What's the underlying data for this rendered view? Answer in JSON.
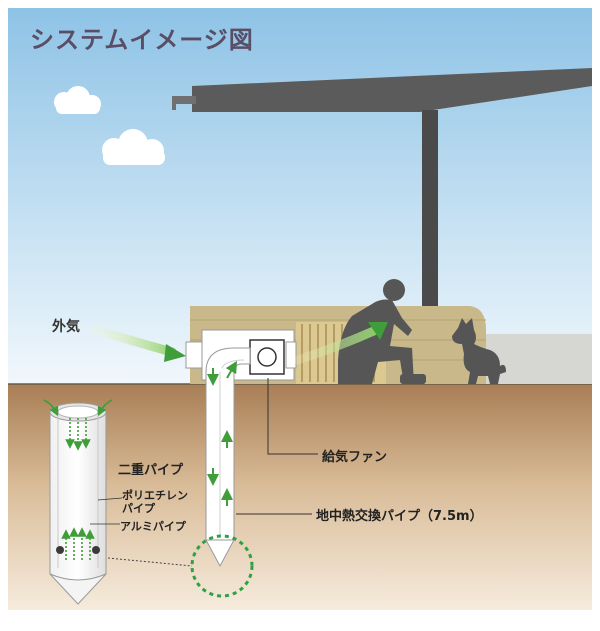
{
  "title": "システムイメージ図",
  "labels": {
    "outside_air": "外気",
    "supply_fan": "給気ファン",
    "ground_pipe": "地中熱交換パイプ（7.5m）",
    "double_pipe": "二重パイプ",
    "polyethylene_pipe": [
      "ポリエチレン",
      "パイプ"
    ],
    "aluminum_pipe": "アルミパイプ"
  },
  "colors": {
    "sky_top": "#8ec3e6",
    "soil_top": "#a87e55",
    "soil_bottom": "#f2e3d0",
    "roof": "#5b5b5b",
    "wall": "#c8b88a",
    "arrow_green": "#3f9d3a",
    "dashed_circle": "#2fa044",
    "title": "#5a4d66"
  },
  "icons": [
    "cloud-icon",
    "person-silhouette-icon",
    "dog-silhouette-icon",
    "fan-icon",
    "arrow-icon"
  ]
}
